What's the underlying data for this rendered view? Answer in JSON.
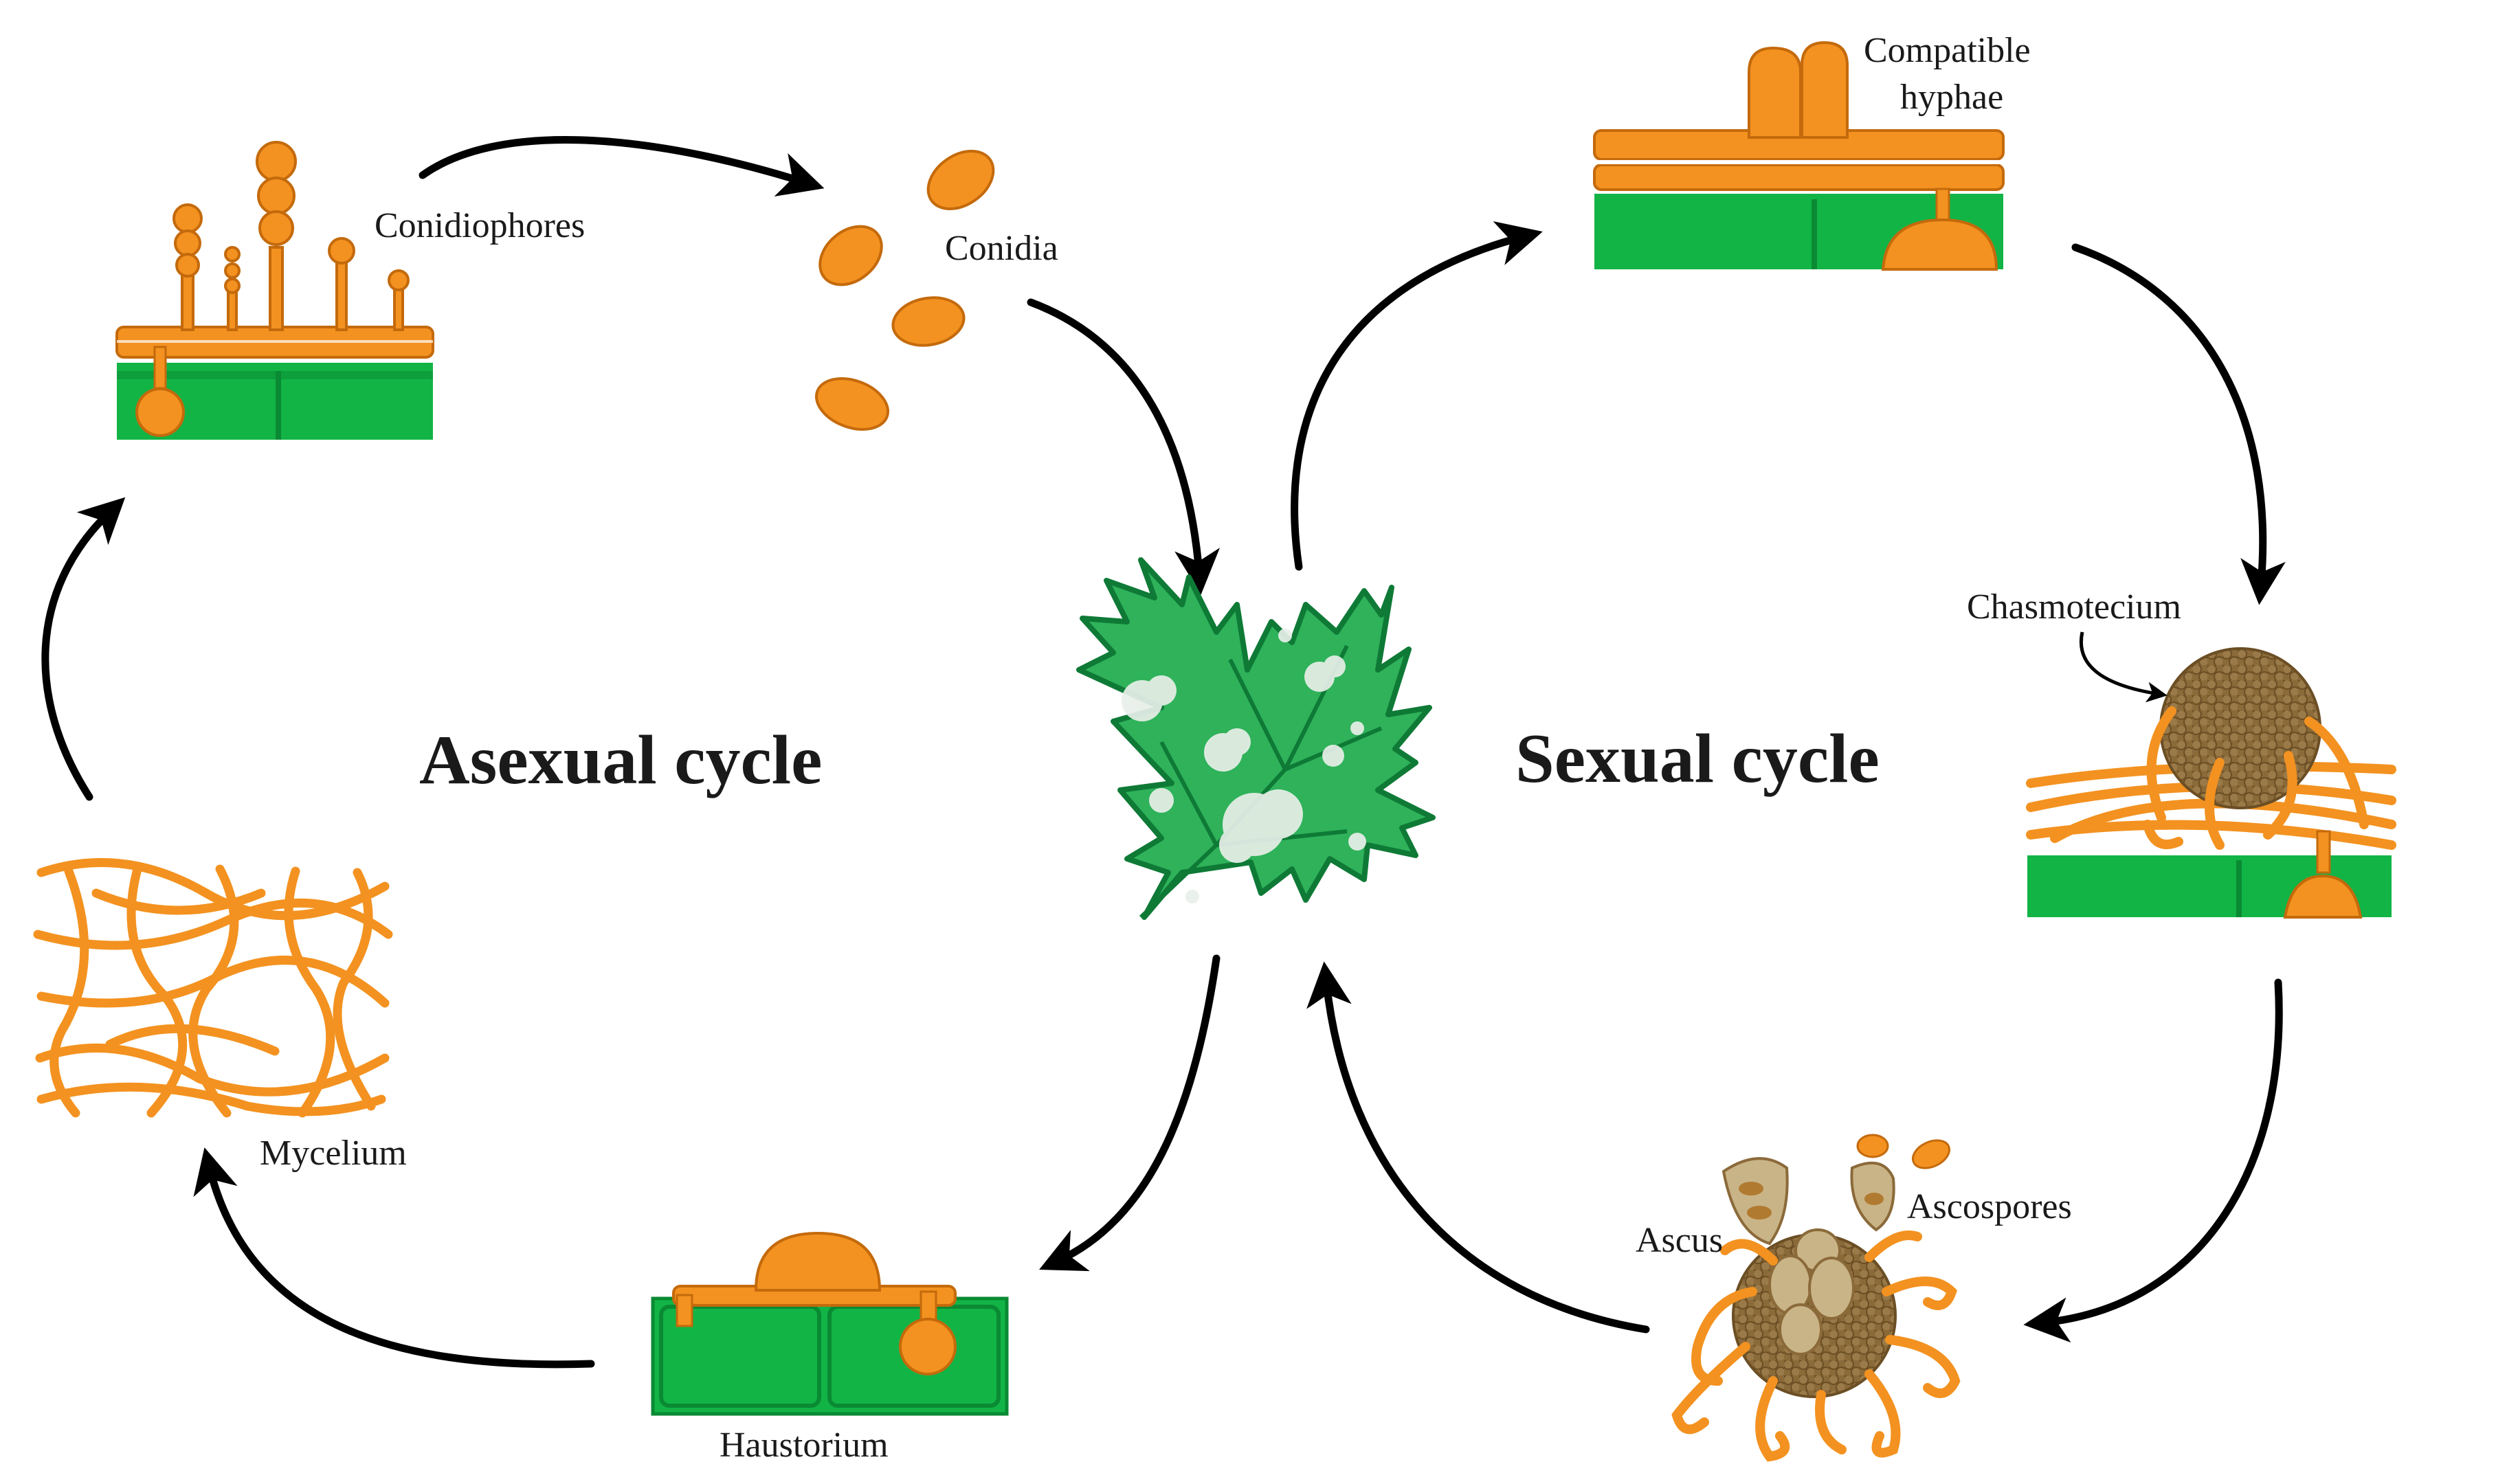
{
  "labels": {
    "conidiophores": "Conidiophores",
    "conidia": "Conidia",
    "compatible_line1": "Compatible",
    "compatible_line2": "hyphae",
    "chasmotecium": "Chasmotecium",
    "ascus": "Ascus",
    "ascospores": "Ascospores",
    "haustorium": "Haustorium",
    "mycelium": "Mycelium"
  },
  "titles": {
    "asexual": "Asexual cycle",
    "sexual": "Sexual cycle"
  },
  "colors": {
    "fungus_orange": "#f39220",
    "fungus_dark": "#c46a0c",
    "leaf_cell_green": "#12b446",
    "leaf_cell_dark": "#0a8a33",
    "leaf_green": "#2fb25a",
    "leaf_edge": "#0e7a36",
    "fruiting_body_brown": "#8b6a3a",
    "ascus_tan": "#c9b487",
    "arrow": "#000000"
  }
}
